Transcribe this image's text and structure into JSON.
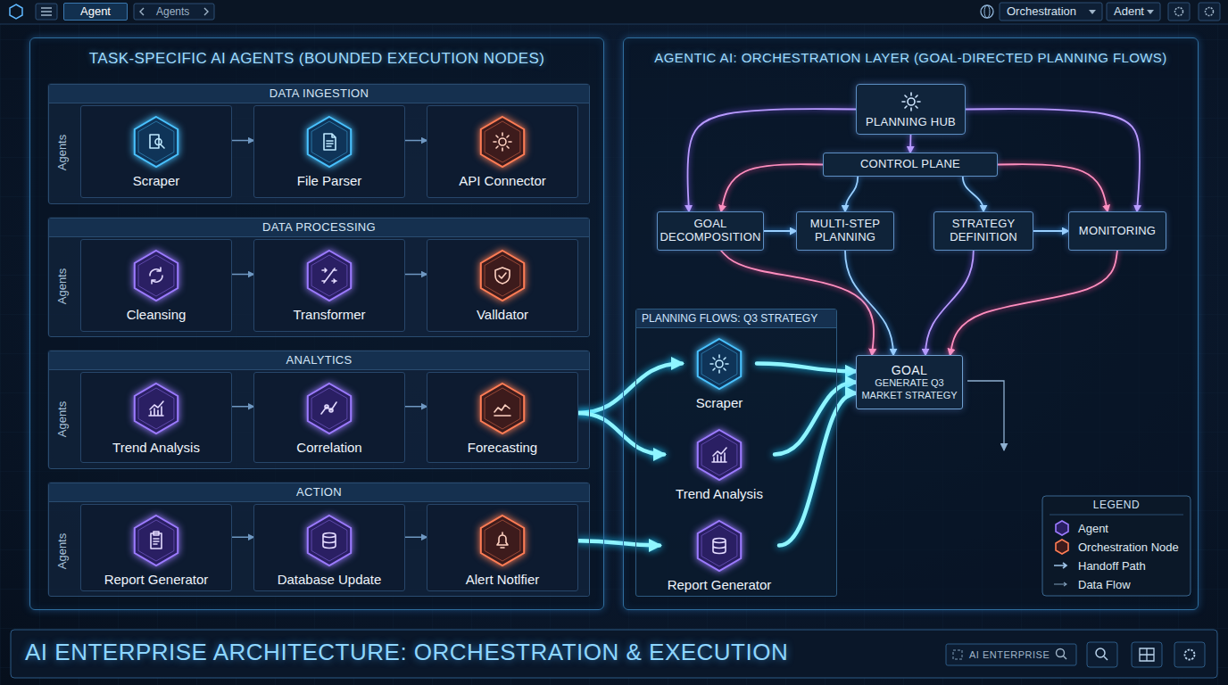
{
  "diagram": {
    "title": "AI ENTERPRISE ARCHITECTURE: ORCHESTRATION & EXECUTION",
    "nodes": [
      {
        "text": [
          "TASK-SPECIFIC AI AGENTS (BOUNDED EXECUTION NODES)"
        ]
      },
      {
        "text": [
          "DATA INGESTION",
          "Agents"
        ],
        "in": 0
      },
      {
        "text": [
          "Scraper"
        ],
        "in": 1
      },
      {
        "text": [
          "File Parser"
        ],
        "in": 1
      },
      {
        "text": [
          "API Connector"
        ],
        "in": 1
      },
      {
        "text": [
          "DATA PROCESSING",
          "Agents"
        ],
        "in": 0
      },
      {
        "text": [
          "Cleansing"
        ],
        "in": 5
      },
      {
        "text": [
          "Transformer"
        ],
        "in": 5
      },
      {
        "text": [
          "Valldator"
        ],
        "in": 5
      },
      {
        "text": [
          "ANALYTICS",
          "Agents"
        ],
        "in": 0
      },
      {
        "text": [
          "Trend Analysis"
        ],
        "in": 9
      },
      {
        "text": [
          "Correlation"
        ],
        "in": 9
      },
      {
        "text": [
          "Forecasting"
        ],
        "in": 9
      },
      {
        "text": [
          "ACTION",
          "Agents"
        ],
        "in": 0
      },
      {
        "text": [
          "Report Generator"
        ],
        "in": 13
      },
      {
        "text": [
          "Database Update"
        ],
        "in": 13
      },
      {
        "text": [
          "Alert Notlfier"
        ],
        "in": 13
      },
      {
        "text": [
          "AGENTIC AI: ORCHESTRATION LAYER (GOAL-DIRECTED PLANNING FLOWS)"
        ]
      },
      {
        "text": [
          "PLANNING HUB"
        ],
        "in": 17
      },
      {
        "text": [
          "CONTROL PLANE"
        ],
        "in": 17
      },
      {
        "text": [
          "GOAL DECOMPOSITION"
        ],
        "in": 17
      },
      {
        "text": [
          "MULTI-STEP PLANNING"
        ],
        "in": 17
      },
      {
        "text": [
          "STRATEGY DEFINITION"
        ],
        "in": 17
      },
      {
        "text": [
          "MONITORING"
        ],
        "in": 17
      },
      {
        "text": [
          "PLANNING FLOWS: Q3 STRATEGY"
        ],
        "in": 17
      },
      {
        "text": [
          "Scraper"
        ],
        "in": 24
      },
      {
        "text": [
          "Trend Analysis"
        ],
        "in": 24
      },
      {
        "text": [
          "Report Generator"
        ],
        "in": 24
      },
      {
        "text": [
          "GOAL",
          "GENERATE Q3 MARKET STRATEGY"
        ],
        "in": 17
      }
    ],
    "edges": [
      {
        "from": 2,
        "to": 3,
        "arrow": "to"
      },
      {
        "from": 3,
        "to": 4,
        "arrow": "to"
      },
      {
        "from": 6,
        "to": 7,
        "arrow": "to"
      },
      {
        "from": 7,
        "to": 8,
        "arrow": "to"
      },
      {
        "from": 10,
        "to": 11,
        "arrow": "to"
      },
      {
        "from": 11,
        "to": 12,
        "arrow": "to"
      },
      {
        "from": 14,
        "to": 15,
        "arrow": "to"
      },
      {
        "from": 15,
        "to": 16,
        "arrow": "to"
      },
      {
        "from": 12,
        "to": 25,
        "arrow": "to"
      },
      {
        "from": 12,
        "to": 26,
        "arrow": "to"
      },
      {
        "from": 16,
        "to": 27,
        "arrow": "to"
      },
      {
        "from": 25,
        "to": 28,
        "arrow": "to"
      },
      {
        "from": 26,
        "to": 28,
        "arrow": "to"
      },
      {
        "from": 27,
        "to": 28,
        "arrow": "to"
      },
      {
        "from": 18,
        "to": 19,
        "arrow": "to"
      },
      {
        "from": 19,
        "to": 20,
        "arrow": "to"
      },
      {
        "from": 19,
        "to": 21,
        "arrow": "to"
      },
      {
        "from": 19,
        "to": 22,
        "arrow": "to"
      },
      {
        "from": 19,
        "to": 23,
        "arrow": "to"
      },
      {
        "from": 18,
        "to": 20,
        "arrow": "to"
      },
      {
        "from": 18,
        "to": 23,
        "arrow": "to"
      },
      {
        "from": 20,
        "to": 21,
        "arrow": "to"
      },
      {
        "from": 22,
        "to": 23,
        "arrow": "to"
      },
      {
        "from": 20,
        "to": 28,
        "arrow": "to"
      },
      {
        "from": 21,
        "to": 28,
        "arrow": "to"
      },
      {
        "from": 22,
        "to": 28,
        "arrow": "to"
      },
      {
        "from": 23,
        "to": 28,
        "arrow": "to"
      }
    ],
    "labels": [
      "Agent",
      "Agents",
      "Orchestration",
      "Adent",
      "LEGEND",
      "AI ENTERPRISE"
    ],
    "legend": [
      {
        "text": "Agent"
      },
      {
        "text": "Orchestration Node"
      },
      {
        "text": "Handoff Path"
      },
      {
        "text": "Data Flow"
      }
    ]
  }
}
